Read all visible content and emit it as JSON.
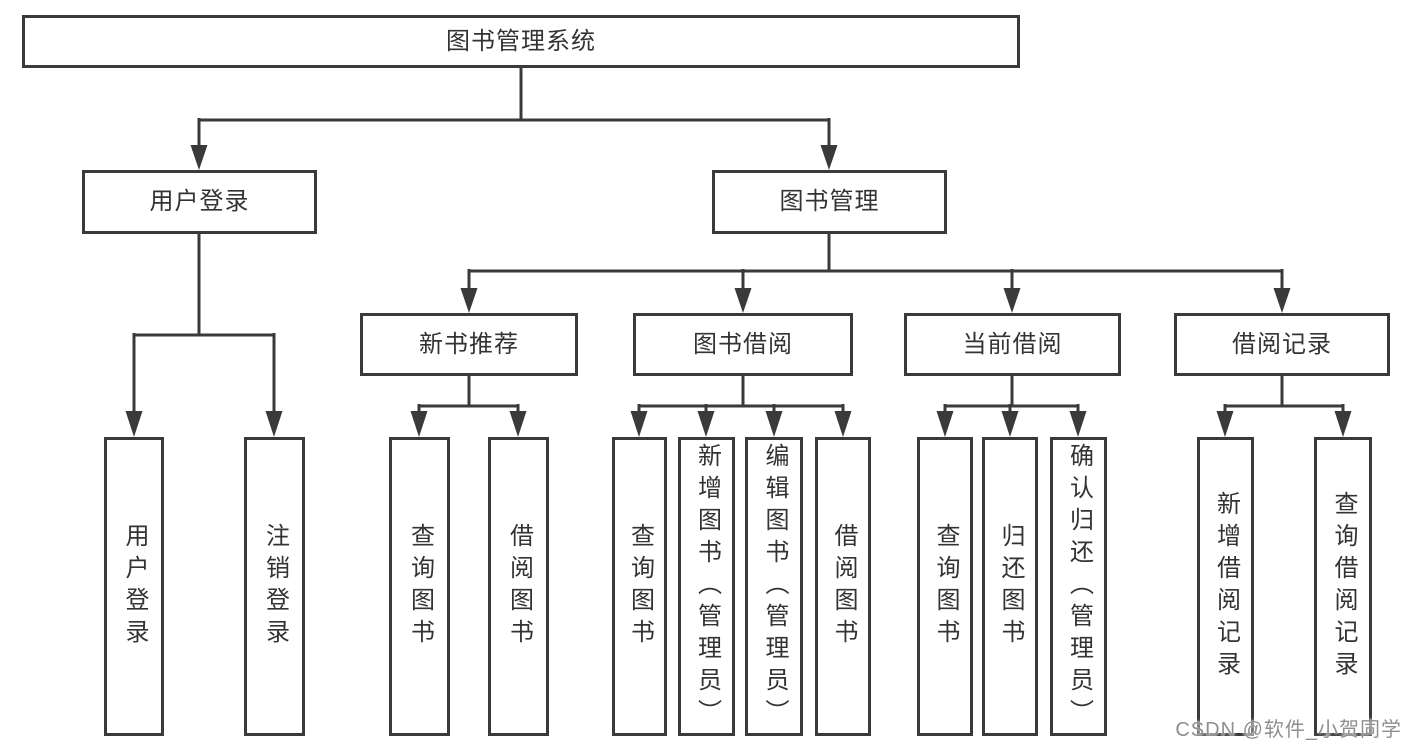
{
  "tree": {
    "label": "图书管理系统",
    "children": [
      {
        "label": "用户登录",
        "children": [
          {
            "label": "用户登录"
          },
          {
            "label": "注销登录"
          }
        ]
      },
      {
        "label": "图书管理",
        "children": [
          {
            "label": "新书推荐",
            "children": [
              {
                "label": "查询图书"
              },
              {
                "label": "借阅图书"
              }
            ]
          },
          {
            "label": "图书借阅",
            "children": [
              {
                "label": "查询图书"
              },
              {
                "label": "新增图书（管理员）"
              },
              {
                "label": "编辑图书（管理员）"
              },
              {
                "label": "借阅图书"
              }
            ]
          },
          {
            "label": "当前借阅",
            "children": [
              {
                "label": "查询图书"
              },
              {
                "label": "归还图书"
              },
              {
                "label": "确认归还（管理员）"
              }
            ]
          },
          {
            "label": "借阅记录",
            "children": [
              {
                "label": "新增借阅记录"
              },
              {
                "label": "查询借阅记录"
              }
            ]
          }
        ]
      }
    ]
  },
  "watermark": {
    "text": "CSDN @软件_小贺同学"
  },
  "colors": {
    "line": "#3a3a3a",
    "text": "#333333",
    "background": "#ffffff",
    "watermark": "#8f8f8f"
  }
}
